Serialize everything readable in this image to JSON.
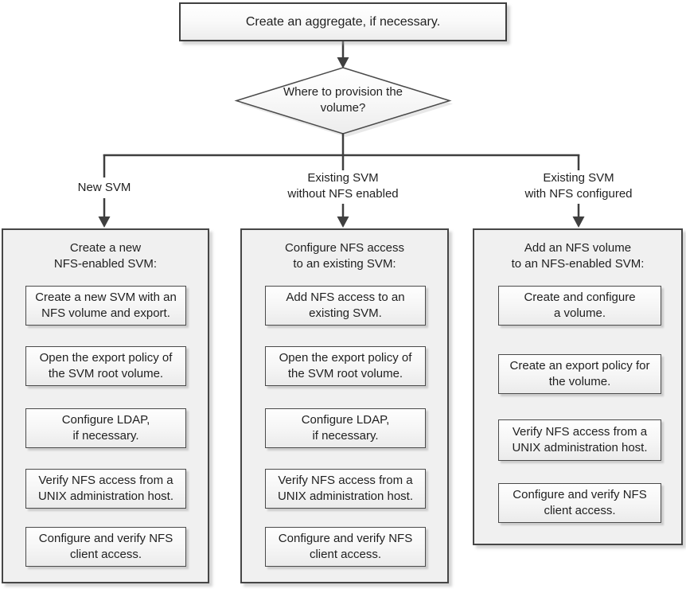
{
  "palette": {
    "line": "#3f3f3f",
    "box_border": "#464646",
    "box_fill_top": "#ffffff",
    "box_fill_bottom": "#ebebeb",
    "container_fill": "#f0f0f0",
    "shadow": "#dcdcdc",
    "text": "#1f1f1f",
    "background": "#ffffff"
  },
  "flowchart": {
    "start": {
      "label": "Create an aggregate, if necessary."
    },
    "decision": {
      "label": "Where to provision the\nvolume?"
    },
    "branches": [
      {
        "label": "New SVM"
      },
      {
        "label": "Existing SVM\nwithout NFS enabled"
      },
      {
        "label": "Existing SVM\nwith NFS configured"
      }
    ],
    "columns": [
      {
        "title": "Create a new\nNFS-enabled SVM:",
        "steps": [
          "Create a new SVM with an\nNFS volume and export.",
          "Open the export policy of\nthe SVM root volume.",
          "Configure LDAP,\nif necessary.",
          "Verify NFS access from a\nUNIX administration host.",
          "Configure and verify NFS\nclient access."
        ]
      },
      {
        "title": "Configure NFS access\nto an existing SVM:",
        "steps": [
          "Add NFS access to an\nexisting SVM.",
          "Open the export policy of\nthe SVM root volume.",
          "Configure LDAP,\nif necessary.",
          "Verify NFS access from a\nUNIX administration host.",
          "Configure and verify NFS\nclient access."
        ]
      },
      {
        "title": "Add an NFS volume\nto an NFS-enabled SVM:",
        "steps": [
          "Create and configure\na volume.",
          "Create an export policy for\nthe volume.",
          "Verify NFS access from a\nUNIX administration host.",
          "Configure and verify NFS\nclient access."
        ]
      }
    ]
  }
}
